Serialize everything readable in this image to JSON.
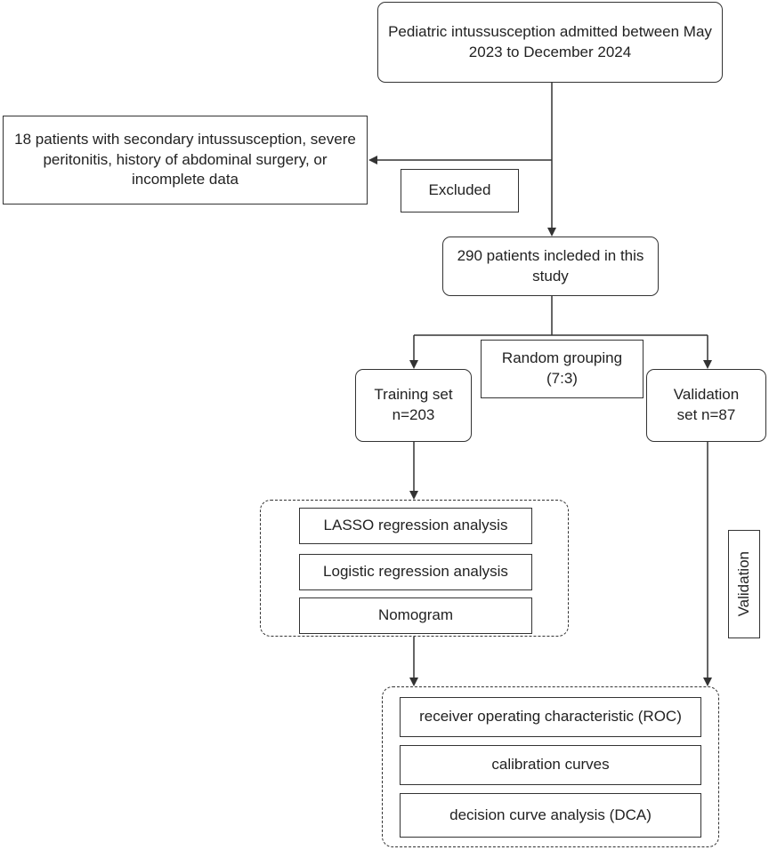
{
  "nodes": {
    "admitted": "Pediatric intussusception admitted between May 2023 to December 2024",
    "excluded_criteria": "18 patients with secondary intussusception, severe peritonitis, history of abdominal surgery, or incomplete data",
    "excluded_label": "Excluded",
    "included": "290 patients incleded in this study",
    "random_grouping": "Random grouping (7:3)",
    "training": "Training set n=203",
    "validation_set": "Validation set n=87",
    "lasso": "LASSO regression analysis",
    "logistic": "Logistic regression analysis",
    "nomogram": "Nomogram",
    "validation_label": "Validation",
    "roc": "receiver operating characteristic (ROC)",
    "calibration": "calibration curves",
    "dca": "decision curve analysis (DCA)"
  }
}
